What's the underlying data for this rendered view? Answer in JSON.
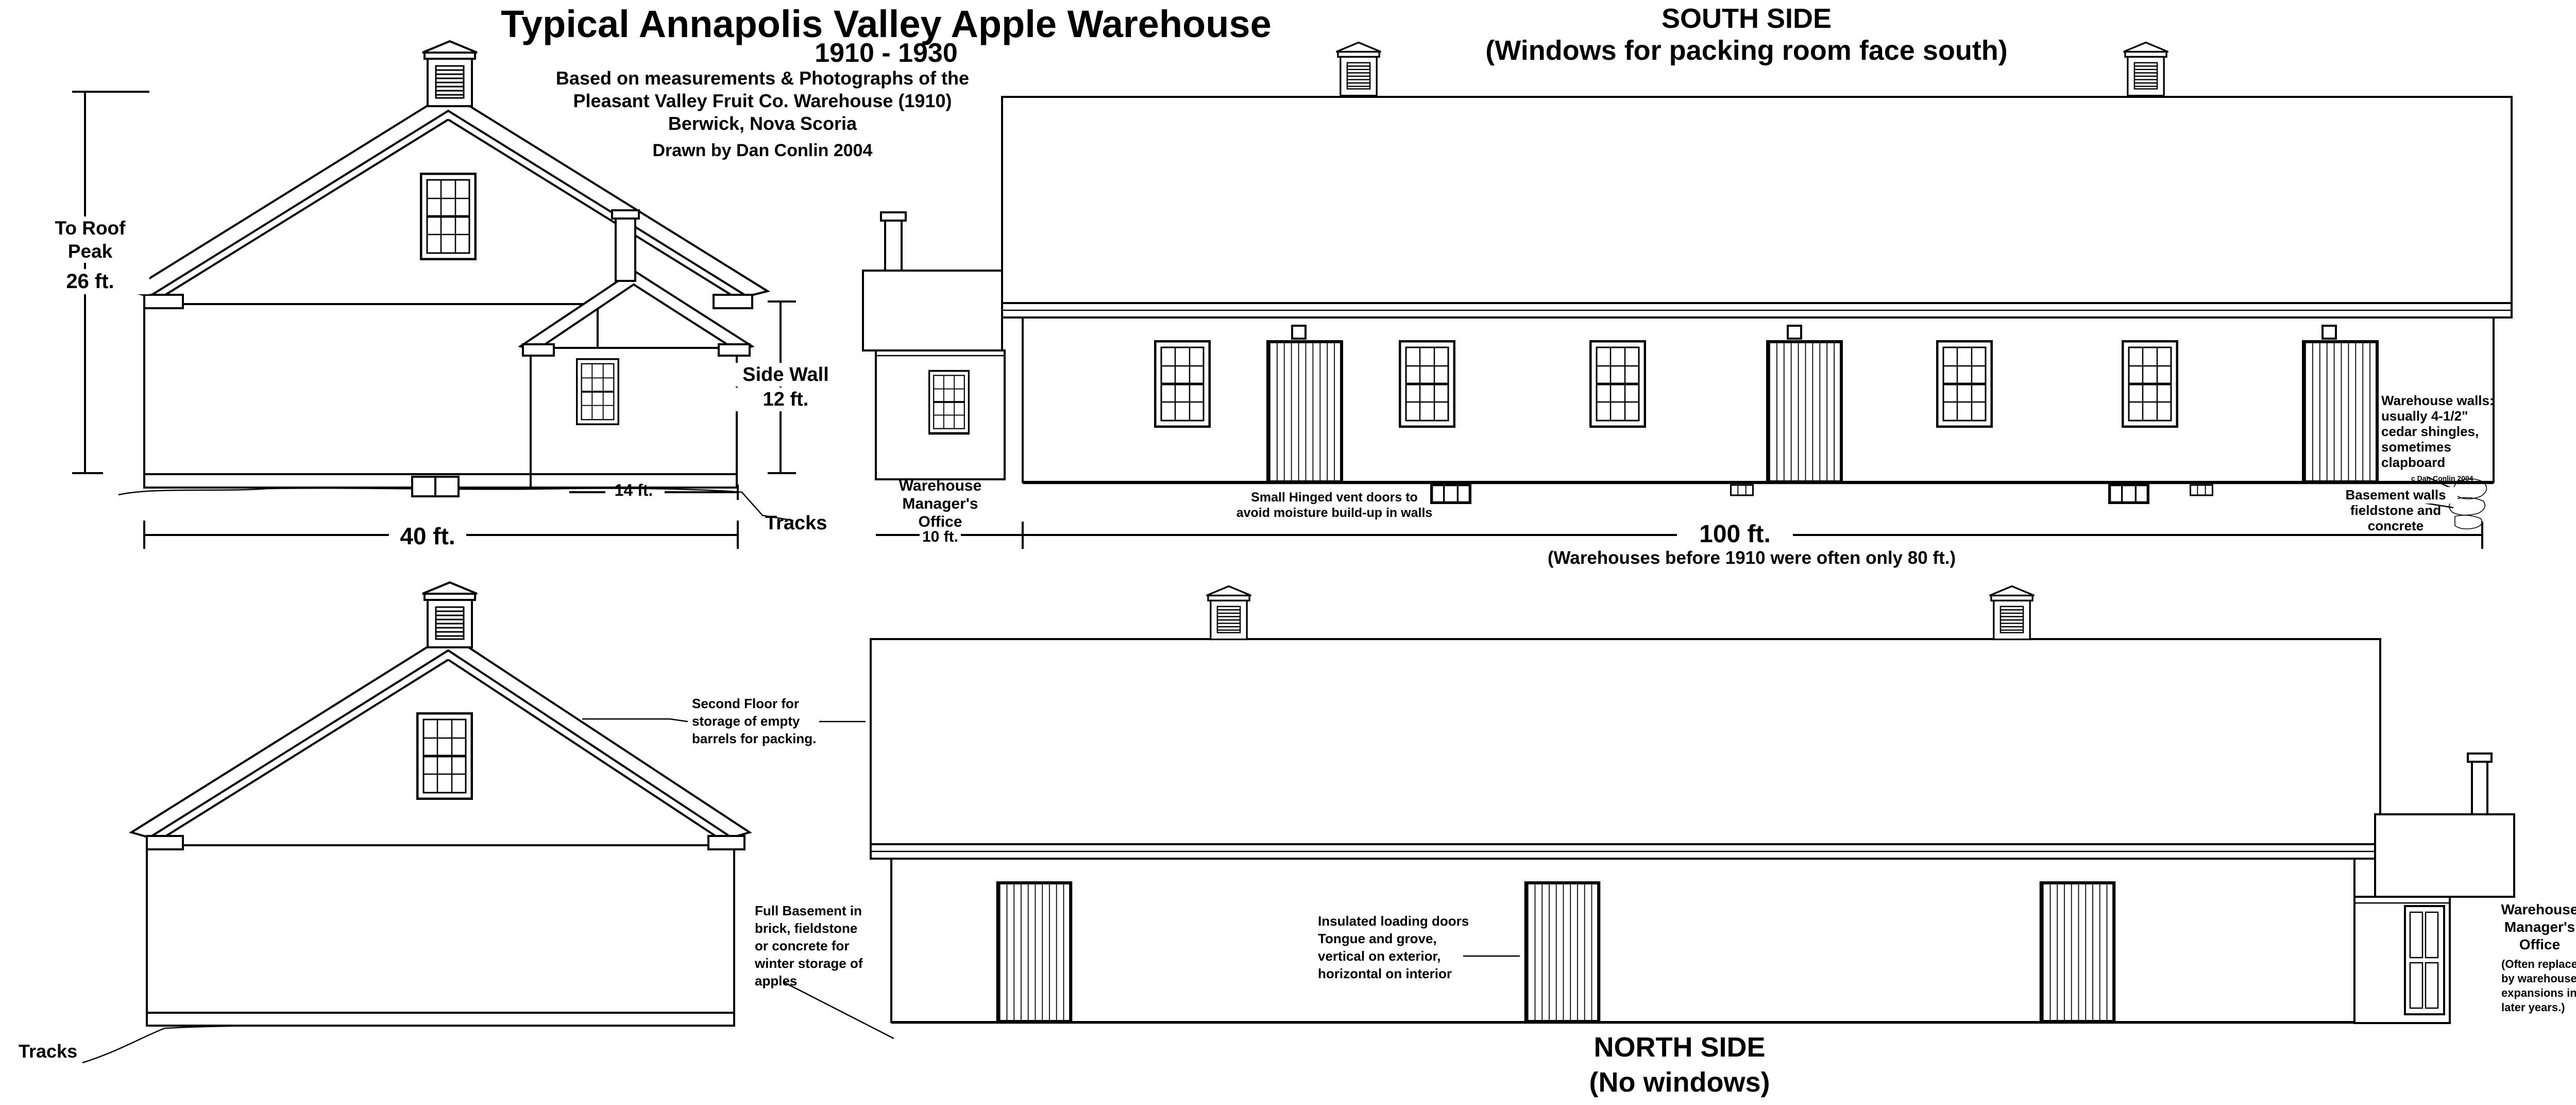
{
  "title": "Typical Annapolis Valley Apple Warehouse",
  "years": "1910 - 1930",
  "source_lines": [
    "Based on measurements & Photographs of the",
    "Pleasant Valley Fruit Co. Warehouse (1910)",
    "Berwick, Nova Scoria"
  ],
  "drawn_by": "Drawn by Dan Conlin 2004",
  "copyright": "c Dan Conlin 2004",
  "south": {
    "heading": "SOUTH SIDE",
    "subheading": "(Windows for packing room face south)",
    "length_label": "100 ft.",
    "length_note": "(Warehouses before 1910 were often only 80 ft.)",
    "office_label": [
      "Warehouse",
      "Manager's",
      "Office",
      "10 ft."
    ],
    "vent_note": [
      "Small Hinged vent doors to",
      "avoid moisture build-up in walls"
    ],
    "walls_note": [
      "Warehouse walls:",
      "usually 4-1/2\"",
      "cedar shingles,",
      "sometimes",
      "clapboard"
    ],
    "basement_note": [
      "Basement walls",
      "fieldstone and",
      "concrete"
    ]
  },
  "north": {
    "heading": "NORTH SIDE",
    "subheading": "(No windows)",
    "doors_note": [
      "Insulated loading doors",
      "Tongue and grove,",
      "vertical on exterior,",
      "horizontal on interior"
    ],
    "office_label": [
      "Warehouse",
      "Manager's",
      "Office"
    ],
    "office_note": [
      "(Often replaced",
      "by warehouse",
      "expansions in",
      "later years.)"
    ]
  },
  "end_elevation": {
    "roof_label": [
      "To Roof",
      "Peak",
      "26 ft."
    ],
    "side_wall_label": [
      "Side Wall",
      "12 ft."
    ],
    "width_label": "40 ft.",
    "addition_label": "14 ft.",
    "tracks_label": "Tracks",
    "second_floor_note": [
      "Second Floor for",
      "storage of empty",
      "barrels for packing."
    ],
    "basement_note": [
      "Full Basement in",
      "brick, fieldstone",
      "or concrete for",
      "winter storage of",
      "apples"
    ],
    "tracks_label_lower": "Tracks"
  }
}
